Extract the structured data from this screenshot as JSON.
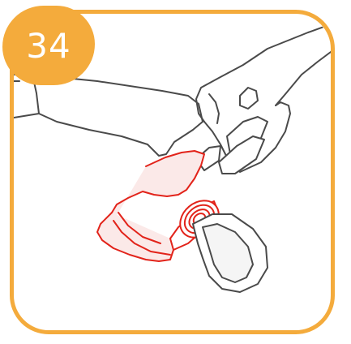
{
  "step": {
    "number": "34"
  },
  "colors": {
    "accent": "#f4ab3c",
    "line": "#4a4a4a",
    "highlight": "#e2231a",
    "fill_light": "#f5f5f5"
  },
  "icons": {
    "strap": "strap-roll-illustration",
    "hand": "hand-illustration"
  }
}
